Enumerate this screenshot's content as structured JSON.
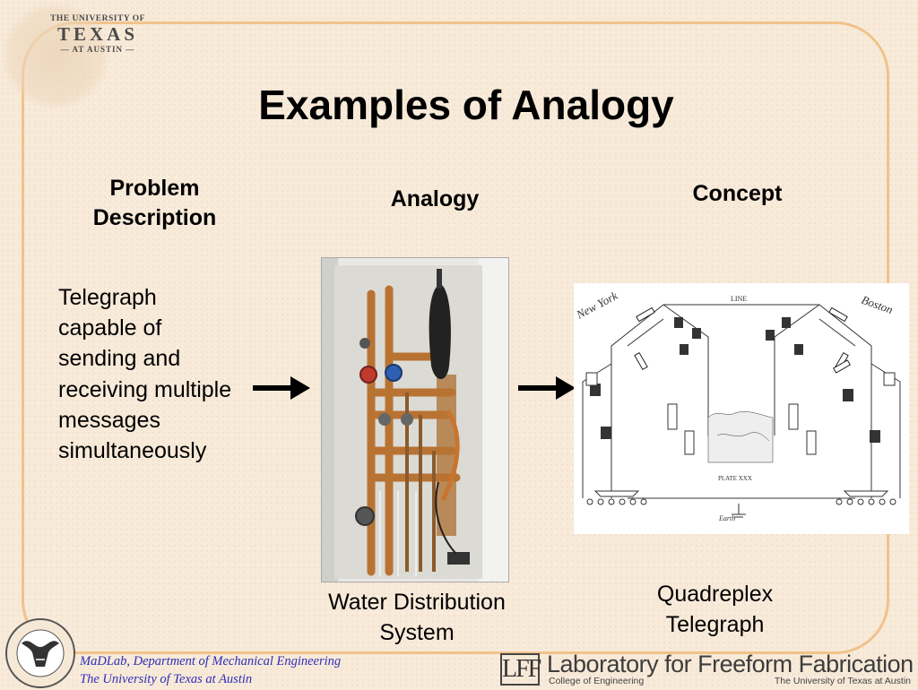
{
  "header": {
    "logo_line1": "THE UNIVERSITY OF",
    "logo_line2": "TEXAS",
    "logo_line3": "— AT AUSTIN —"
  },
  "slide": {
    "title": "Examples of Analogy",
    "columns": {
      "problem_header": "Problem Description",
      "analogy_header": "Analogy",
      "concept_header": "Concept"
    },
    "problem_text": "Telegraph capable of sending and receiving multiple messages simultaneously",
    "analogy_caption_line1": "Water Distribution",
    "analogy_caption_line2": "System",
    "concept_caption_line1": "Quadreplex",
    "concept_caption_line2": "Telegraph"
  },
  "diagram_labels": {
    "left_city": "New York",
    "right_city": "Boston",
    "line": "LINE",
    "earth": "Earth",
    "plate": "PLATE XXX"
  },
  "footer": {
    "madlab_line1": "MaDLab, Department of Mechanical Engineering",
    "madlab_line2": "The University of Texas at Austin",
    "lff_mark": "LFF",
    "lff_title": "Laboratory for Freeform Fabrication",
    "lff_college": "College of Engineering",
    "lff_university": "The University of Texas at Austin"
  },
  "colors": {
    "background": "#f8ead9",
    "frame": "#f1c28a",
    "footer_text": "#2d2db8"
  }
}
